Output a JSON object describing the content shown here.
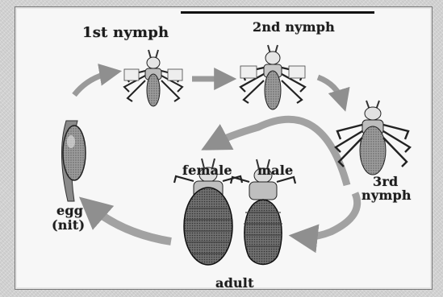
{
  "labels": {
    "nymph1": "1st nymph",
    "nymph2": "2nd nymph",
    "nymph3_line1": "3rd",
    "nymph3_line2": "nymph",
    "female": "female",
    "male": "male",
    "egg_line1": "egg",
    "egg_line2": "(nit)",
    "adult": "adult"
  },
  "colors": {
    "background": "#d2d2d2",
    "panel": "#f7f7f7",
    "ink": "#1d1d1d",
    "arrow": "#9a9a9a",
    "body_fill": "#8c8c8c"
  }
}
